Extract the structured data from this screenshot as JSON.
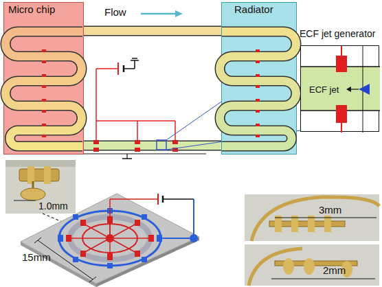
{
  "diagram": {
    "nodes": [
      {
        "text": [
          "Micro chip"
        ]
      },
      {
        "text": [
          "Radiator"
        ]
      },
      {
        "text": [
          "ECF jet generator",
          "ECF jet"
        ]
      }
    ],
    "edges": [
      {
        "from": 0,
        "to": 1,
        "arrow": "none"
      },
      {
        "from": 1,
        "to": 0,
        "arrow": "none"
      }
    ],
    "labels": [
      "Flow",
      "1.0mm",
      "15mm",
      "3mm",
      "2mm"
    ]
  }
}
